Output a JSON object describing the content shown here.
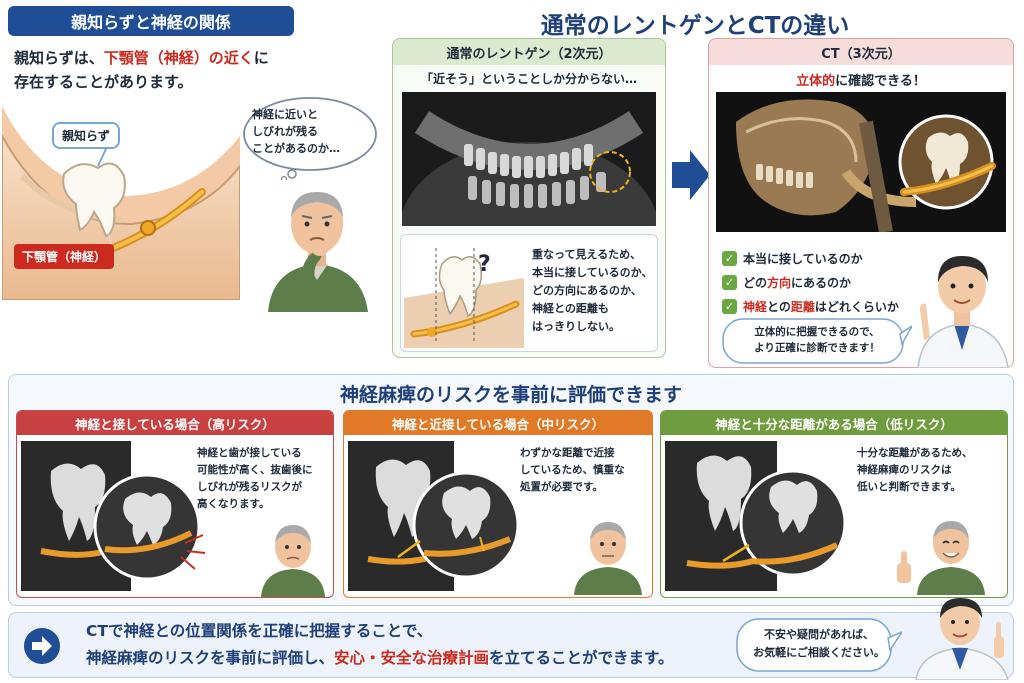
{
  "left_section": {
    "header": "親知らずと神経の関係",
    "intro_line1_a": "親知らずは、",
    "intro_line1_red": "下顎管（神経）の近く",
    "intro_line1_b": "に",
    "intro_line2": "存在することがあります。",
    "label_wisdom": "親知らず",
    "label_nerve": "下顎管（神経）",
    "thought_bubble": [
      "神経に近いと",
      "しびれが残る",
      "ことがあるのか…"
    ]
  },
  "title": "通常のレントゲンとCTの違い",
  "xray_panel": {
    "header": "通常のレントゲン（2次元）",
    "caption": "「近そう」ということしか分からない…",
    "question_mark": "?",
    "detail_lines": [
      "重なって見えるため、",
      "本当に接しているのか、",
      "どの方向にあるのか、",
      "神経との距離も",
      "はっきりしない。"
    ]
  },
  "ct_panel": {
    "header": "CT（3次元）",
    "caption_red": "立体的",
    "caption_rest": "に確認できる！",
    "checks": [
      {
        "pre": "本当に接しているのか",
        "red": "",
        "post": ""
      },
      {
        "pre": "どの",
        "red": "方向",
        "post": "にあるのか"
      },
      {
        "pre": "",
        "red": "神経",
        "post": "との"
      },
      {
        "pre": "",
        "red": "距離",
        "post": "はどれくらいか"
      }
    ],
    "speech": [
      "立体的に把握できるので、",
      "より正確に診断できます！"
    ]
  },
  "risk_section": {
    "title": "神経麻痺のリスクを事前に評価できます",
    "cards": [
      {
        "header": "神経と接している場合（高リスク）",
        "text": [
          "神経と歯が接している",
          "可能性が高く、抜歯後に",
          "しびれが残るリスクが",
          "高くなります。"
        ]
      },
      {
        "header": "神経と近接している場合（中リスク）",
        "text": [
          "わずかな距離で近接",
          "しているため、慎重な",
          "処置が必要です。"
        ]
      },
      {
        "header": "神経と十分な距離がある場合（低リスク）",
        "text": [
          "十分な距離があるため、",
          "神経麻痺のリスクは",
          "低いと判断できます。"
        ]
      }
    ]
  },
  "bottom": {
    "line1": "CTで神経との位置関係を正確に把握することで、",
    "line2_a": "神経麻痺のリスクを事前に評価し、",
    "line2_red": "安心・安全な治療計画",
    "line2_b": "を立てることができます。",
    "speech": [
      "不安や疑問があれば、",
      "お気軽にご相談ください。"
    ]
  },
  "colors": {
    "navy": "#1f4e96",
    "red": "#cc2a1f",
    "high_risk": "#c84141",
    "mid_risk": "#e07a26",
    "low_risk": "#6f9c3e",
    "check_green": "#6aa842"
  }
}
